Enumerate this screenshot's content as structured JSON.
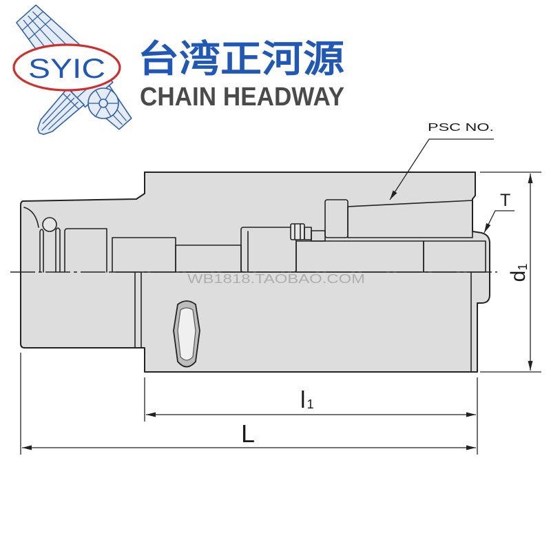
{
  "header": {
    "logo_text": "SYIC",
    "brand_name_zh": "台湾正河源",
    "brand_name_en": "CHAIN HEADWAY"
  },
  "drawing": {
    "callout_psc": "PSC NO.",
    "callout_t": "T",
    "dim_d1": {
      "symbol": "d",
      "subscript": "1"
    },
    "dim_l1": {
      "symbol": "l",
      "subscript": "1"
    },
    "dim_L": "L"
  },
  "watermark": "WB1818.TAOBAO.COM",
  "colors": {
    "brand_blue": "#1f58b8",
    "logo_red": "#cf2f2c",
    "text_gray": "#4a4a4a",
    "line": "#222222",
    "body_fill": "#dddddd",
    "watermark": "#a9a9a9"
  },
  "icons": {
    "logo_collet": "collet-icon",
    "logo_collet_face": "collet-end-face-icon",
    "logo_small_collet": "small-collet-icon"
  }
}
